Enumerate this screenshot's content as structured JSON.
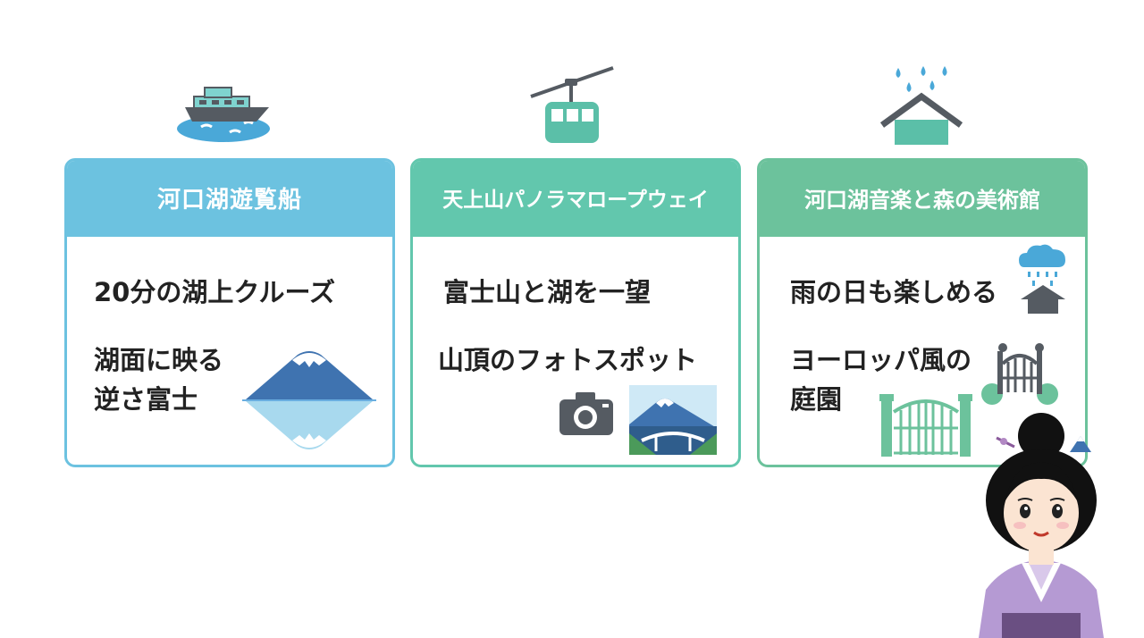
{
  "colors": {
    "card1": "#6cc2e0",
    "card2": "#62c7ad",
    "card3": "#6cc29c",
    "icon_teal": "#5bbfa8",
    "icon_blue": "#4aa8d8",
    "text": "#222222"
  },
  "cards": [
    {
      "title": "河口湖遊覧船",
      "lines": [
        "20分の湖上クルーズ",
        "湖面に映る",
        "逆さ富士"
      ],
      "top_icon": "boat-icon"
    },
    {
      "title": "天上山パノラマロープウェイ",
      "lines": [
        "富士山と湖を一望",
        "山頂のフォトスポット"
      ],
      "top_icon": "ropeway-icon"
    },
    {
      "title": "河口湖音楽と森の美術館",
      "lines": [
        "雨の日も楽しめる",
        "ヨーロッパ風の",
        "庭園"
      ],
      "top_icon": "rain-house-icon"
    }
  ]
}
